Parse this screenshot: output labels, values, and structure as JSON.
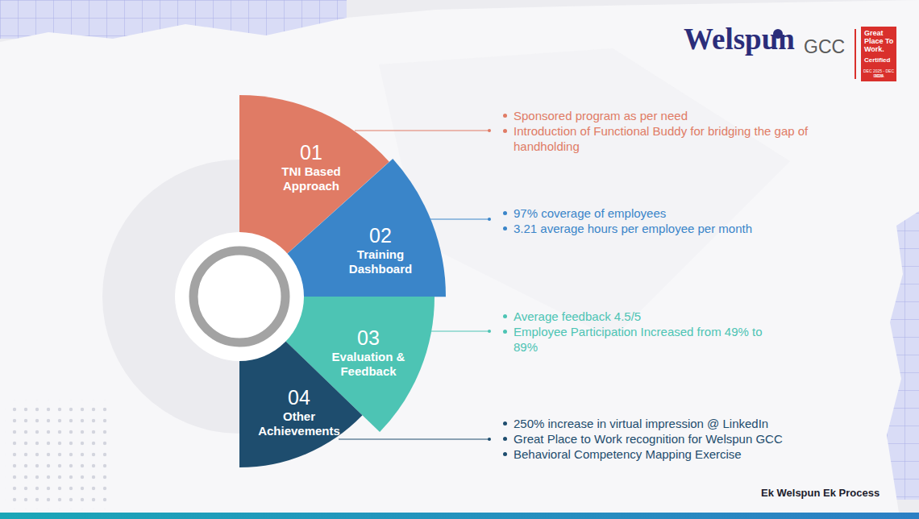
{
  "diagram": {
    "nodes": [
      {
        "text": [
          "01",
          "TNI Based Approach"
        ]
      },
      {
        "text": [
          "02",
          "Training Dashboard"
        ]
      },
      {
        "text": [
          "03",
          "Evaluation & Feedback"
        ]
      },
      {
        "text": [
          "04",
          "Other Achievements"
        ]
      },
      {
        "text": [
          "Great Place To Work.",
          "Certified"
        ]
      }
    ],
    "labels": [
      "Welspun",
      "GCC",
      "DEC 2025 - DEC 2026",
      "INDIA",
      "Sponsored program as per need",
      "Introduction of Functional Buddy for bridging the gap of handholding",
      "97% coverage of employees",
      "3.21 average hours per employee per month",
      "Average feedback  4.5/5",
      "Employee Participation Increased from 49% to 89%",
      "250% increase in virtual impression @ LinkedIn",
      "Great Place to Work recognition for Welspun GCC",
      "Behavioral Competency Mapping Exercise",
      "Ek Welspun Ek Process"
    ]
  }
}
